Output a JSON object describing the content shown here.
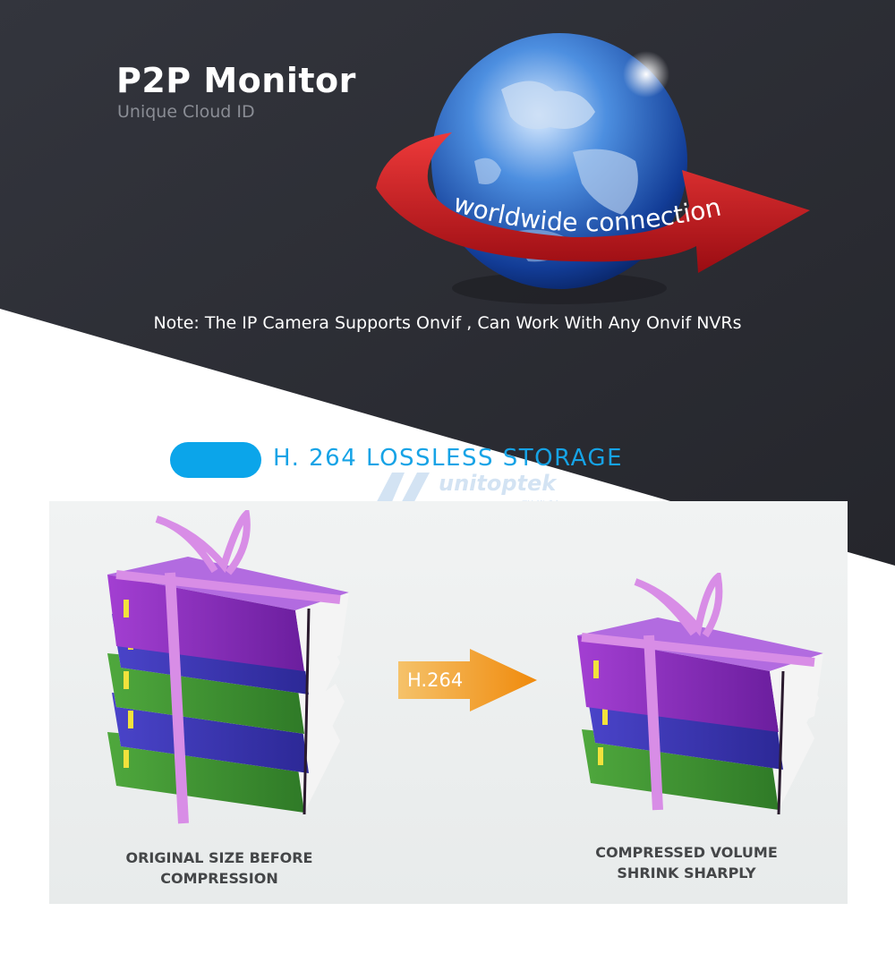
{
  "header": {
    "title": "P2P Monitor",
    "subtitle": "Unique Cloud ID",
    "globe_banner": "worldwide connection"
  },
  "note": "Note: The IP Camera Supports Onvif , Can Work With Any Onvif NVRs",
  "storage": {
    "heading": "H. 264 LOSSLESS STORAGE",
    "arrow_label": "H.264",
    "left_caption_line1": "ORIGINAL SIZE BEFORE",
    "left_caption_line2": "COMPRESSION",
    "right_caption_line1": "COMPRESSED VOLUME",
    "right_caption_line2": "SHRINK SHARPLY"
  },
  "watermark": {
    "brand": "unitoptek",
    "sub": "联优科"
  },
  "colors": {
    "dark_bg": "#2b2c33",
    "accent_blue": "#0ba5ea",
    "ribbon_red": "#c8141c",
    "arrow_orange": "#f39a1c"
  }
}
